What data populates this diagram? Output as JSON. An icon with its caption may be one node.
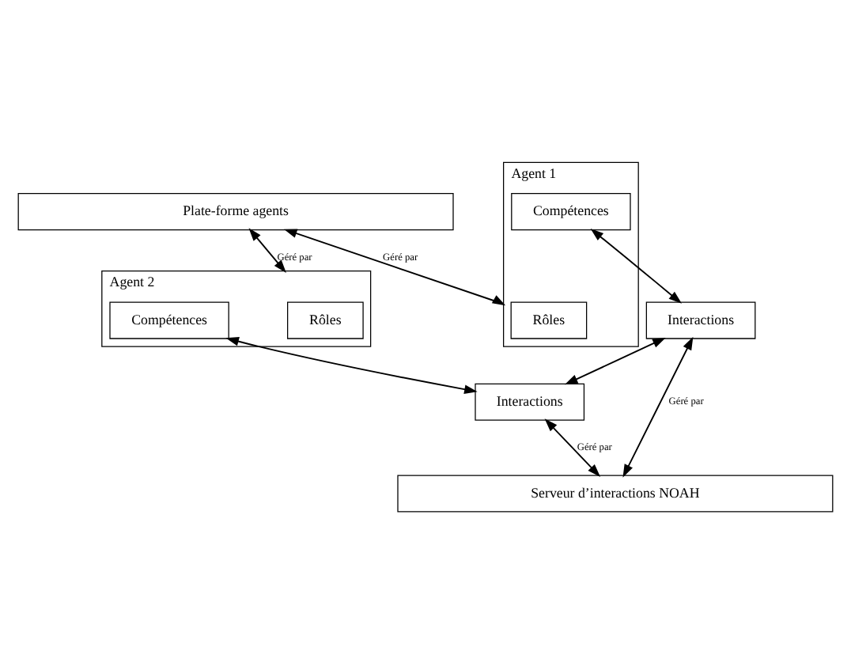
{
  "diagram": {
    "nodes": [
      {
        "text": [
          "Plate-forme agents"
        ]
      },
      {
        "text": [
          "Agent 1"
        ]
      },
      {
        "text": [
          "Rôles"
        ],
        "in": 1
      },
      {
        "text": [
          "Compétences"
        ],
        "in": 1
      },
      {
        "text": [
          "Agent 2"
        ]
      },
      {
        "text": [
          "Rôles"
        ],
        "in": 4
      },
      {
        "text": [
          "Compétences"
        ],
        "in": 4
      },
      {
        "text": [
          "Interactions"
        ]
      },
      {
        "text": [
          "Interactions"
        ]
      },
      {
        "text": [
          "Serveur d’interactions NOAH"
        ]
      }
    ],
    "edges": [
      {
        "from": 0,
        "to": 1,
        "arrow": "both",
        "label": "Géré par"
      },
      {
        "from": 0,
        "to": 4,
        "arrow": "both",
        "label": "Géré par"
      },
      {
        "from": 3,
        "to": 7,
        "arrow": "both"
      },
      {
        "from": 6,
        "to": 8,
        "arrow": "both"
      },
      {
        "from": 7,
        "to": 8,
        "arrow": "both"
      },
      {
        "from": 7,
        "to": 9,
        "arrow": "both",
        "label": "Géré par"
      },
      {
        "from": 8,
        "to": 9,
        "arrow": "both",
        "label": "Géré par"
      }
    ]
  }
}
